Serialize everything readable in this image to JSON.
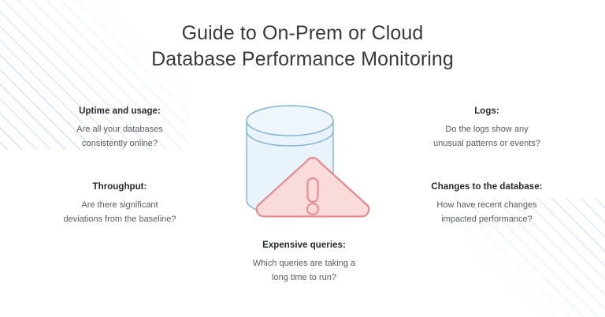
{
  "title": {
    "line1": "Guide to On-Prem or Cloud",
    "line2": "Database Performance Monitoring"
  },
  "blocks": [
    {
      "key": "uptime",
      "heading": "Uptime and usage:",
      "body_line1": "Are all your databases",
      "body_line2": "consistently online?"
    },
    {
      "key": "throughput",
      "heading": "Throughput:",
      "body_line1": "Are there significant",
      "body_line2": "deviations from the baseline?"
    },
    {
      "key": "logs",
      "heading": "Logs:",
      "body_line1": "Do the logs show any",
      "body_line2": "unusual patterns or events?"
    },
    {
      "key": "changes",
      "heading": "Changes to the database:",
      "body_line1": "How have recent changes",
      "body_line2": "impacted performance?"
    },
    {
      "key": "expensive",
      "heading": "Expensive queries:",
      "body_line1": "Which queries are taking a",
      "body_line2": "long time to run?"
    }
  ],
  "illustration": {
    "database_icon": "database-cylinder-icon",
    "warning_icon": "warning-triangle-icon"
  },
  "colors": {
    "background": "#ffffff",
    "title_text": "#3a3a3a",
    "heading_text": "#26292e",
    "body_text": "#575b60",
    "stripe": "#dfeaf5",
    "cylinder_fill": "#e8f3fb",
    "cylinder_stroke": "#7fb3d5",
    "warning_fill": "#fadbdb",
    "warning_stroke": "#e8898c"
  }
}
